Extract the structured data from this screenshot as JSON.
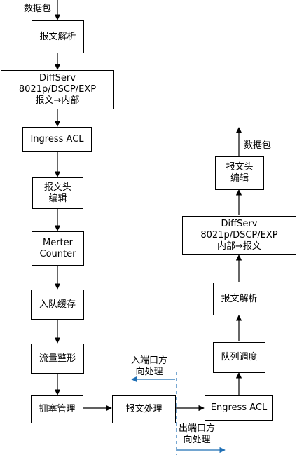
{
  "ingress": {
    "input_label": "数据包",
    "parse": "报文解析",
    "diffserv": "DiffServ\n8021p/DSCP/EXP\n报文→内部",
    "acl": "Ingress ACL",
    "header_edit": "报文头\n编辑",
    "meter": "Merter\nCounter",
    "enqueue": "入队缓存",
    "shaping": "流量整形",
    "congestion": "拥塞管理",
    "process": "报文处理"
  },
  "egress": {
    "acl": "Engress ACL",
    "schedule": "队列调度",
    "parse": "报文解析",
    "diffserv": "DiffServ\n8021p/DSCP/EXP\n内部→报文",
    "header_edit": "报文头\n编辑",
    "output_label": "数据包"
  },
  "direction": {
    "in_label": "入端口方\n向处理",
    "out_label": "出端口方\n向处理",
    "color": "#1f6fb5"
  }
}
